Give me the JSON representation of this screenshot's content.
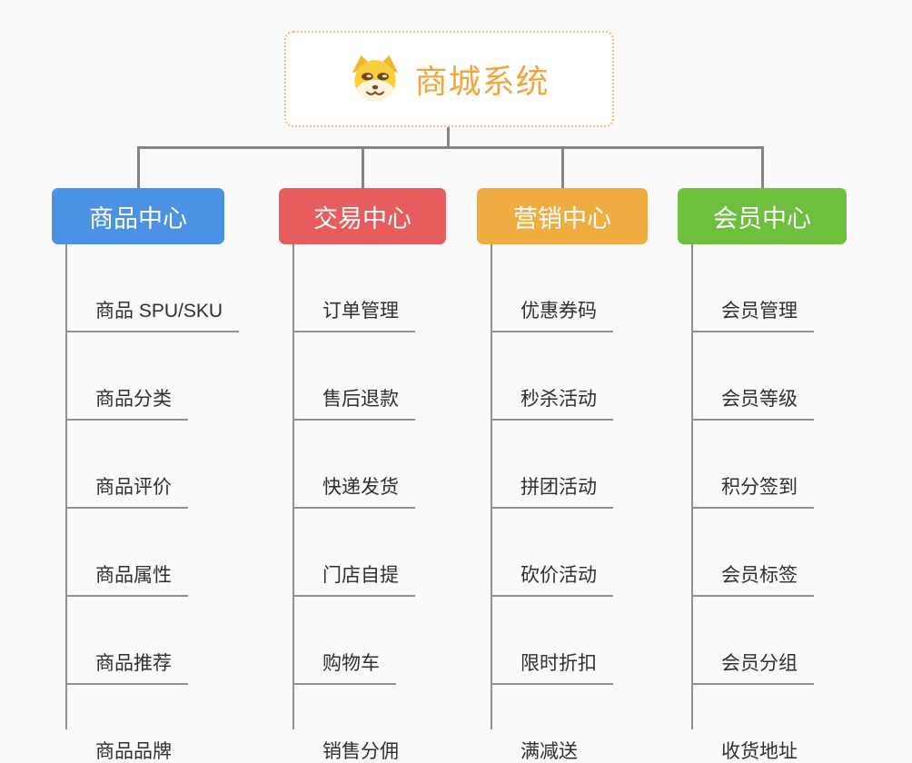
{
  "page": {
    "background": "#fafafa",
    "connector_color": "#858585",
    "underline_color": "#909090"
  },
  "root": {
    "title": "商城系统",
    "icon": "dog-face-icon",
    "text_color": "#f0a63c",
    "border_color": "#f0be6e"
  },
  "branches": [
    {
      "label": "商品中心",
      "color": "#4b92e5",
      "children": [
        "商品 SPU/SKU",
        "商品分类",
        "商品评价",
        "商品属性",
        "商品推荐",
        "商品品牌"
      ]
    },
    {
      "label": "交易中心",
      "color": "#e75c5c",
      "children": [
        "订单管理",
        "售后退款",
        "快递发货",
        "门店自提",
        "购物车",
        "销售分佣"
      ]
    },
    {
      "label": "营销中心",
      "color": "#efad41",
      "children": [
        "优惠券码",
        "秒杀活动",
        "拼团活动",
        "砍价活动",
        "限时折扣",
        "满减送"
      ]
    },
    {
      "label": "会员中心",
      "color": "#6fbf3f",
      "children": [
        "会员管理",
        "会员等级",
        "积分签到",
        "会员标签",
        "会员分组",
        "收货地址"
      ]
    }
  ]
}
